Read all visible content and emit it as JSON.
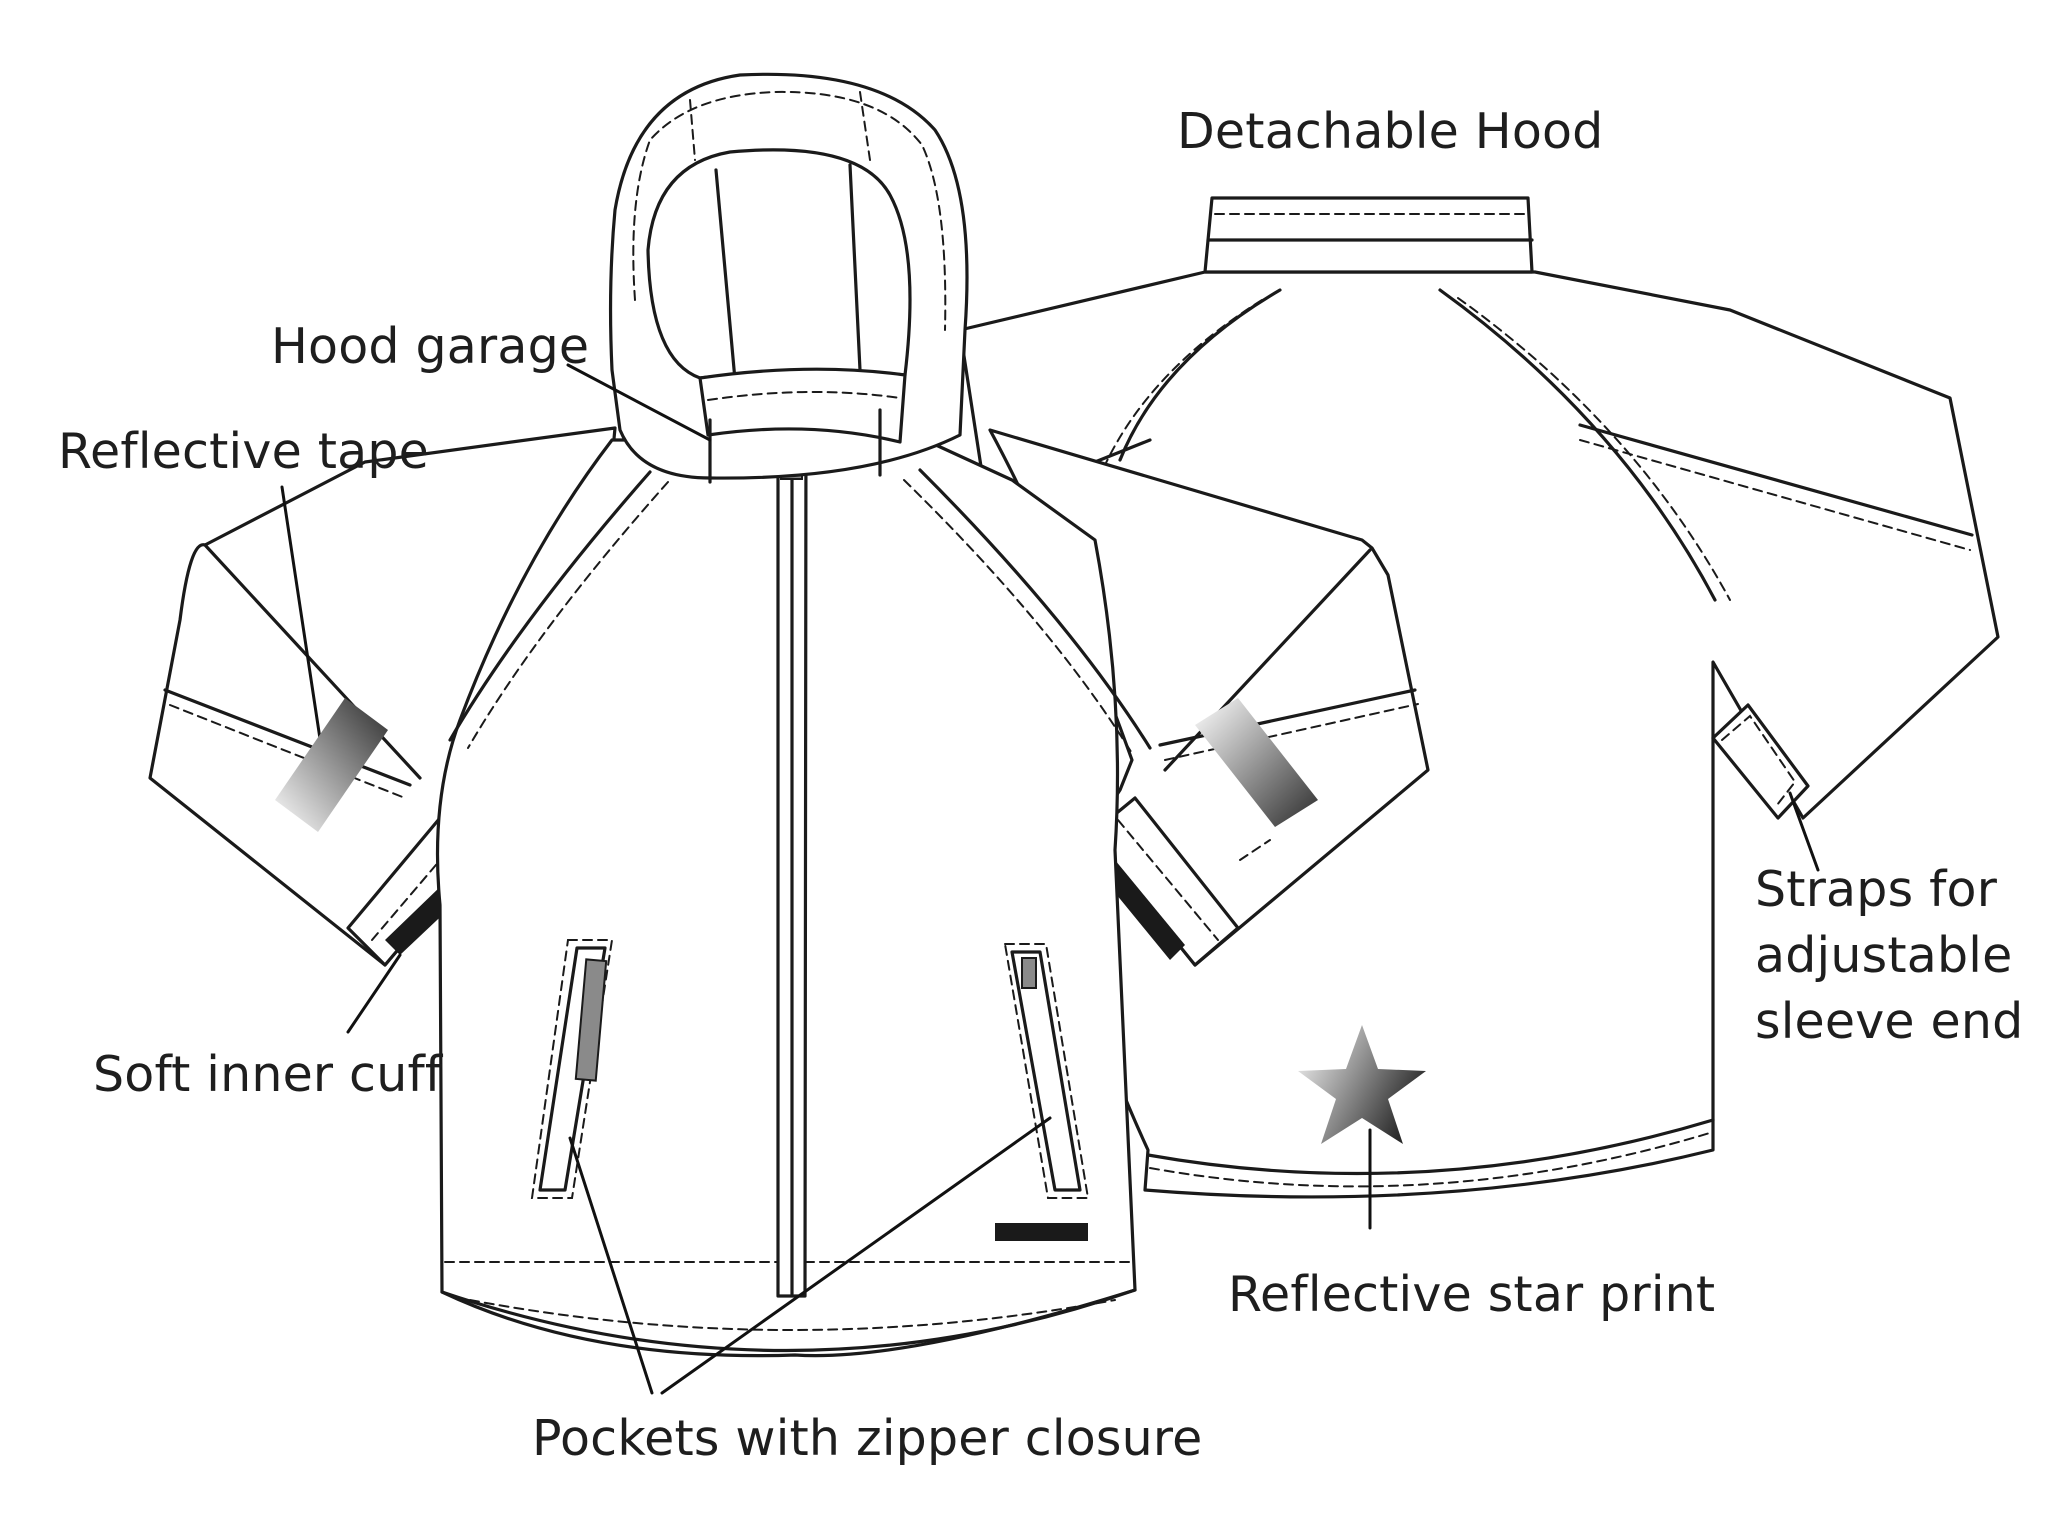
{
  "labels": {
    "detachable_hood": "Detachable Hood",
    "hood_garage": "Hood garage",
    "reflective_tape": "Reflective tape",
    "soft_inner_cuff": "Soft inner cuff",
    "pockets": "Pockets with zipper closure",
    "reflective_star": "Reflective star print",
    "straps_line1": "Straps for",
    "straps_line2": "adjustable",
    "straps_line3": "sleeve end"
  },
  "colors": {
    "line": "#1a1a1a",
    "text": "#1e1e1e",
    "reflective_dark": "#3a3a3a",
    "reflective_light": "#ffffff"
  },
  "icons": {
    "star": "star-print-icon",
    "zipper_pull": "zipper-pull-icon"
  }
}
